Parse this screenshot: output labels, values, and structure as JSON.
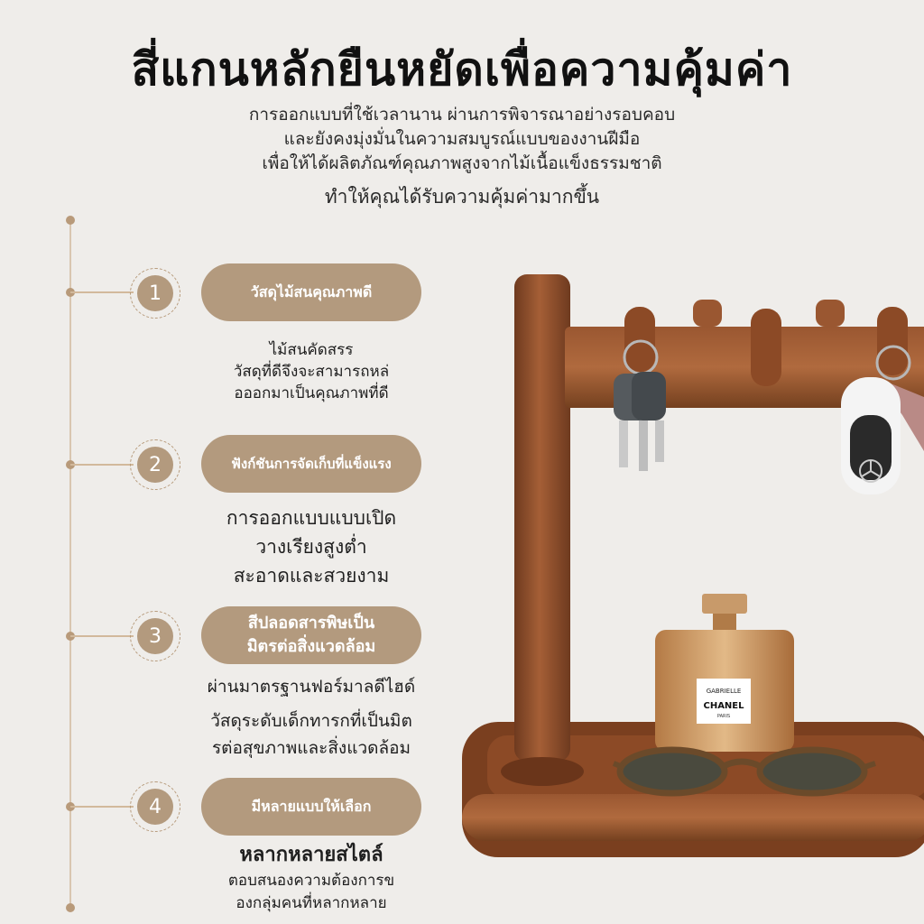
{
  "title": "สี่แกนหลักยืนหยัดเพื่อความคุ้มค่า",
  "intro": {
    "lines": [
      "การออกแบบที่ใช้เวลานาน ผ่านการพิจารณาอย่างรอบคอบ",
      "และยังคงมุ่งมั่นในความสมบูรณ์แบบของงานฝีมือ",
      "เพื่อให้ได้ผลิตภัณฑ์คุณภาพสูงจากไม้เนื้อแข็งธรรมชาติ"
    ],
    "closing": "ทำให้คุณได้รับความคุ้มค่ามากขึ้น"
  },
  "features": [
    {
      "number": "1",
      "title": "วัสดุไม้สนคุณภาพดี",
      "desc": [
        "ไม้สนคัดสรร",
        "วัสดุที่ดีจึงจะสามารถหล่",
        "อออกมาเป็นคุณภาพที่ดี"
      ]
    },
    {
      "number": "2",
      "title": "ฟังก์ชันการจัดเก็บที่แข็งแรง",
      "desc": [
        "การออกแบบแบบเปิด",
        "วางเรียงสูงต่ำ",
        "สะอาดและสวยงาม"
      ]
    },
    {
      "number": "3",
      "title_lines": [
        "สีปลอดสารพิษเป็น",
        "มิตรต่อสิ่งแวดล้อม"
      ],
      "desc": [
        "ผ่านมาตรฐานฟอร์มาลดีไฮด์",
        "วัสดุระดับเด็กทารกที่เป็นมิต",
        "รต่อสุขภาพและสิ่งแวดล้อม"
      ]
    },
    {
      "number": "4",
      "title": "มีหลายแบบให้เลือก",
      "desc": [
        "หลากหลายสไตล์",
        "ตอบสนองความต้องการข",
        "องกลุ่มคนที่หลากหลาย"
      ]
    }
  ],
  "product_image": {
    "bottle_label": {
      "line1": "GABRIELLE",
      "line2": "CHANEL",
      "line3": "PARIS"
    }
  },
  "colors": {
    "background": "#efedea",
    "accent": "#b39a7e",
    "wood": "#8a4d2b"
  }
}
